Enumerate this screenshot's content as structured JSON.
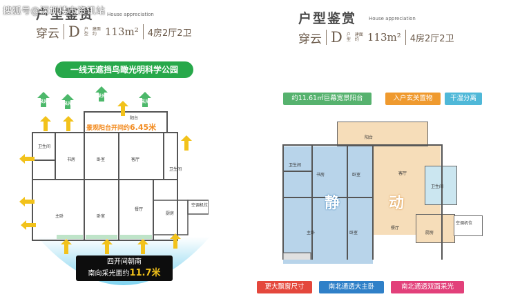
{
  "watermark": "搜狐号@深圳楼市资讯站",
  "left": {
    "title": "户型鉴赏",
    "title_en": "House appreciation",
    "name": "穿云",
    "type_letter": "D",
    "type_tag_1": "户",
    "type_tag_2": "型",
    "area_tag_1": "建面",
    "area_tag_2": "约",
    "area": "113m²",
    "rooms": "4房2厅2卫",
    "banner": "一线无遮挡鸟瞰光明科学公园",
    "balcony_note": "景观阳台开间约",
    "balcony_value": "6.45米",
    "south_line1": "四开间朝南",
    "south_line2_a": "南向采光面约",
    "south_line2_b": "11.7米",
    "arrow_label": "采光",
    "rooms_list": {
      "balcony": "阳台",
      "bath1": "卫生间",
      "study": "书房",
      "bed1": "卧室",
      "living": "客厅",
      "bath2": "卫生间",
      "master": "主卧",
      "bed2": "卧室",
      "dining": "餐厅",
      "kitchen": "厨房",
      "ac": "空调机位"
    }
  },
  "right": {
    "title": "户型鉴赏",
    "title_en": "House appreciation",
    "name": "穿云",
    "type_letter": "D",
    "type_tag_1": "户",
    "type_tag_2": "型",
    "area_tag_1": "建面",
    "area_tag_2": "约",
    "area": "113m²",
    "rooms": "4房2厅2卫",
    "tag_balcony": "约11.61㎡巨幕宽景阳台",
    "tag_entry": "入户玄关置物",
    "tag_dry": "干湿分离",
    "zone_quiet": "静",
    "zone_active": "动",
    "tag_window": "更大飘窗尺寸",
    "tag_master": "南北通透大主卧",
    "tag_double": "南北通透双面采光",
    "rooms_list": {
      "balcony": "阳台",
      "bath1": "卫生间",
      "study": "书房",
      "bed1": "卧室",
      "living": "客厅",
      "bath2": "卫生间",
      "master": "主卧",
      "bed2": "卧室",
      "dining": "餐厅",
      "kitchen": "厨房",
      "ac": "空调机位"
    }
  },
  "colors": {
    "green": "#27a84a",
    "arrow_green": "#4cb86a",
    "yellow_arrow": "#f2c21b",
    "orange_text": "#f28a1e",
    "blue_zone": "#b8d4ea",
    "peach_zone": "#f6ddb9",
    "tag_green": "#56b26e",
    "tag_orange": "#ef9a2f",
    "tag_cyan": "#4fb8d8",
    "tag_red": "#e4473c",
    "tag_blue": "#2f80c8",
    "tag_pink": "#e2407a"
  }
}
